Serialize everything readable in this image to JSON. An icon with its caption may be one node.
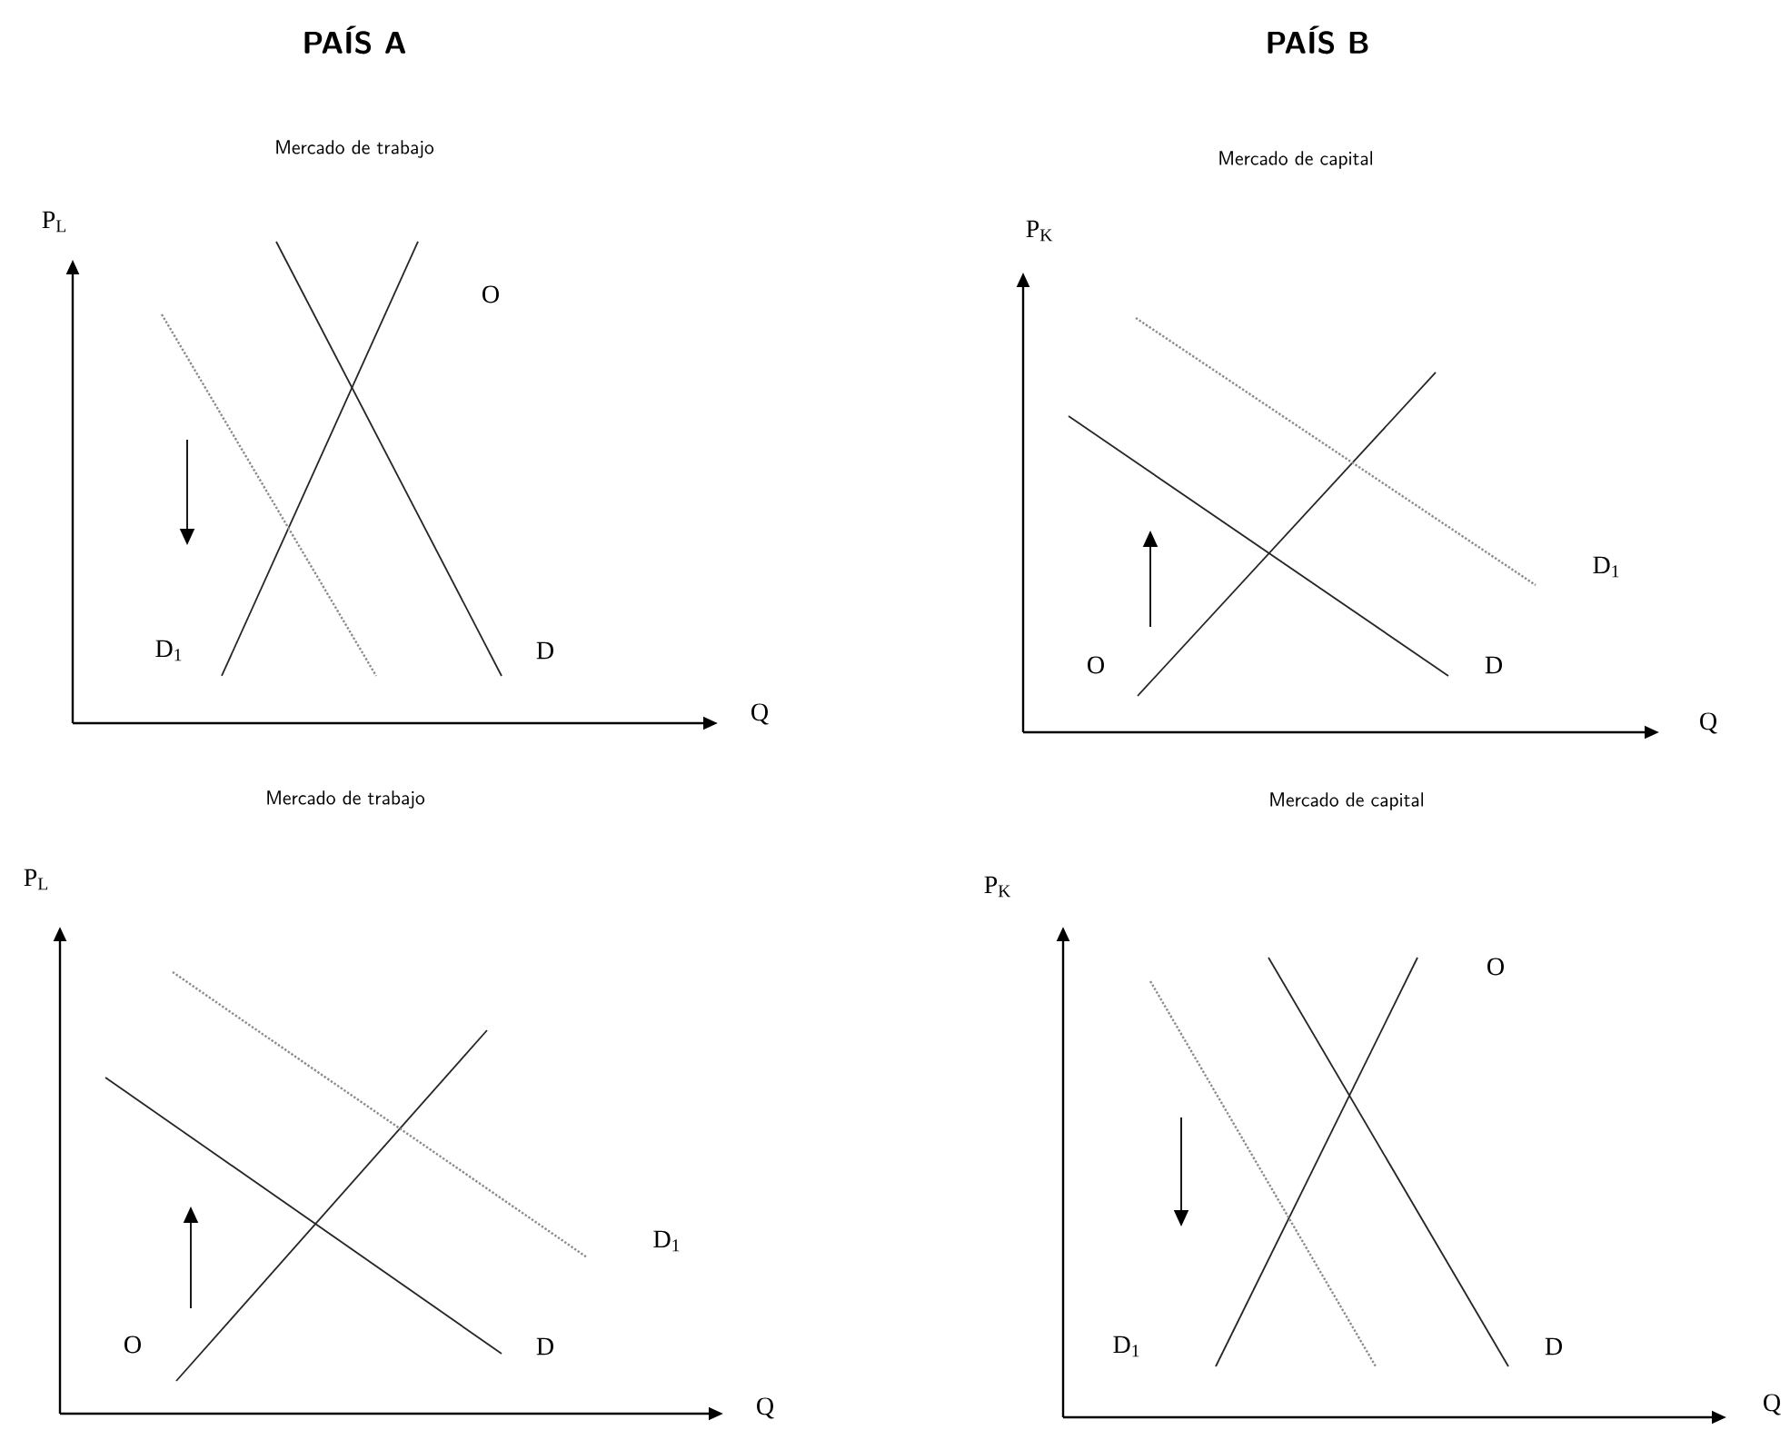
{
  "diagram": {
    "labels": [
      "PAÍS A",
      "PAÍS B",
      "Mercado de trabajo",
      "P$_{L}$",
      "O",
      "D$_{1}$",
      "D",
      "Q",
      "Mercado de capital",
      "P$_{K}$",
      "D$_{1}$",
      "O",
      "D",
      "Q",
      "Mercado de trabajo",
      "P$_{L}$",
      "D$_{1}$",
      "O",
      "D",
      "Q",
      "Mercado de capital",
      "P$_{K}$",
      "O",
      "D$_{1}$",
      "D",
      "Q"
    ]
  }
}
